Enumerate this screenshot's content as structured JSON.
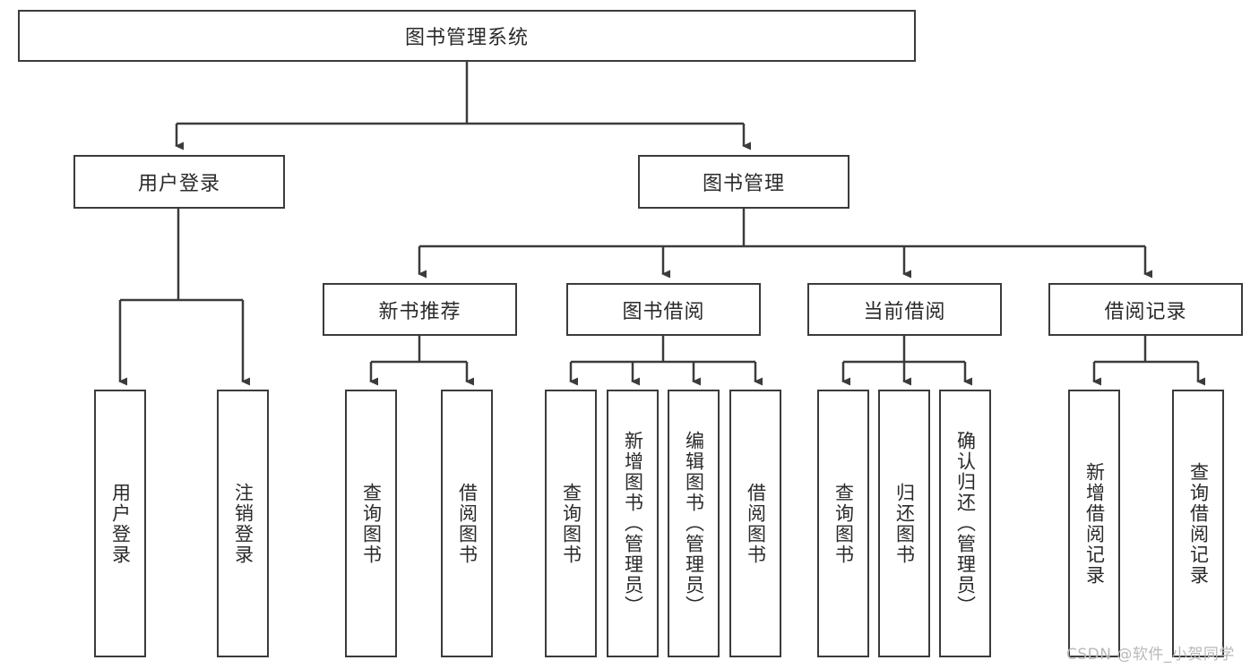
{
  "diagram": {
    "type": "tree",
    "title": "图书管理系统",
    "root": {
      "label": "图书管理系统",
      "orientation": "horizontal"
    },
    "level1": [
      {
        "label": "用户登录",
        "orientation": "horizontal"
      },
      {
        "label": "图书管理",
        "orientation": "horizontal"
      }
    ],
    "level2": [
      {
        "label": "新书推荐",
        "orientation": "horizontal"
      },
      {
        "label": "图书借阅",
        "orientation": "horizontal"
      },
      {
        "label": "当前借阅",
        "orientation": "horizontal"
      },
      {
        "label": "借阅记录",
        "orientation": "horizontal"
      }
    ],
    "leaves": {
      "user_login": [
        {
          "label": "用户登录",
          "orientation": "vertical"
        },
        {
          "label": "注销登录",
          "orientation": "vertical"
        }
      ],
      "new_book_recommend": [
        {
          "label": "查询图书",
          "orientation": "vertical"
        },
        {
          "label": "借阅图书",
          "orientation": "vertical"
        }
      ],
      "book_borrow": [
        {
          "label": "查询图书",
          "orientation": "vertical"
        },
        {
          "label": "新增图书（管理员）",
          "orientation": "vertical"
        },
        {
          "label": "编辑图书（管理员）",
          "orientation": "vertical"
        },
        {
          "label": "借阅图书",
          "orientation": "vertical"
        }
      ],
      "current_borrow": [
        {
          "label": "查询图书",
          "orientation": "vertical"
        },
        {
          "label": "归还图书",
          "orientation": "vertical"
        },
        {
          "label": "确认归还（管理员）",
          "orientation": "vertical"
        }
      ],
      "borrow_record": [
        {
          "label": "新增借阅记录",
          "orientation": "vertical"
        },
        {
          "label": "查询借阅记录",
          "orientation": "vertical"
        }
      ]
    }
  },
  "watermark": {
    "text": "CSDN @软件_小贺同学"
  },
  "colors": {
    "stroke": "#3b3b3b",
    "background": "#ffffff",
    "text": "#2a2a2a",
    "watermark": "#b9b9b9"
  }
}
